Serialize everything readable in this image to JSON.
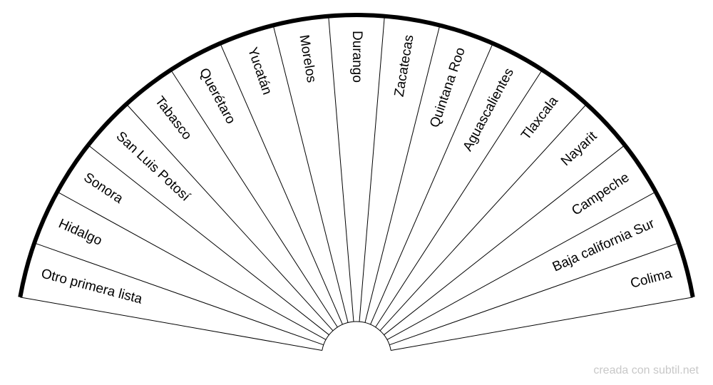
{
  "sectors": [
    "Otro primera lista",
    "Hidalgo",
    "Sonora",
    "San Luis Potosí",
    "Tabasco",
    "Querétaro",
    "Yucatán",
    "Morelos",
    "Durango",
    "Zacatecas",
    "Quintana Roo",
    "Aguascalientes",
    "Tlaxcala",
    "Nayarit",
    "Campeche",
    "Baja california Sur",
    "Colima"
  ],
  "credit": "creada con subtil.net"
}
